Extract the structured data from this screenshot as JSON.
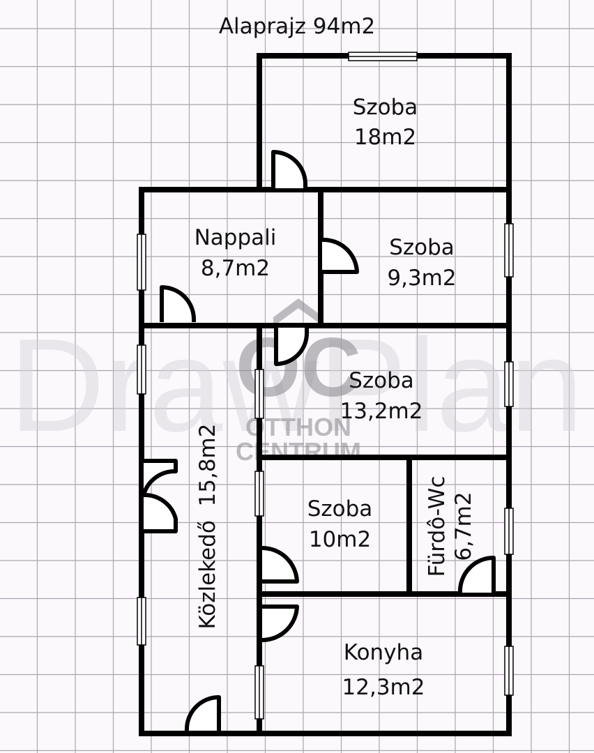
{
  "plan": {
    "title": "Alaprajz 94m2",
    "watermark": "DrawPlan",
    "logo": {
      "mark": "OC",
      "line1": "OTTHON",
      "line2": "CENTRUM"
    },
    "grid": {
      "spacing": 54.5,
      "color": "#8f8a93",
      "background": "#fcf9fd"
    },
    "wall_color": "#000000"
  },
  "rooms": [
    {
      "name": "Szoba",
      "area": "18m2"
    },
    {
      "name": "Nappali",
      "area": "8,7m2"
    },
    {
      "name": "Szoba",
      "area": "9,3m2"
    },
    {
      "name": "Szoba",
      "area": "13,2m2"
    },
    {
      "name": "Közlekedő",
      "area": "15,8m2"
    },
    {
      "name": "Szoba",
      "area": "10m2"
    },
    {
      "name": "Fürdô-Wc",
      "area": "6,7m2"
    },
    {
      "name": "Konyha",
      "area": "12,3m2"
    }
  ]
}
